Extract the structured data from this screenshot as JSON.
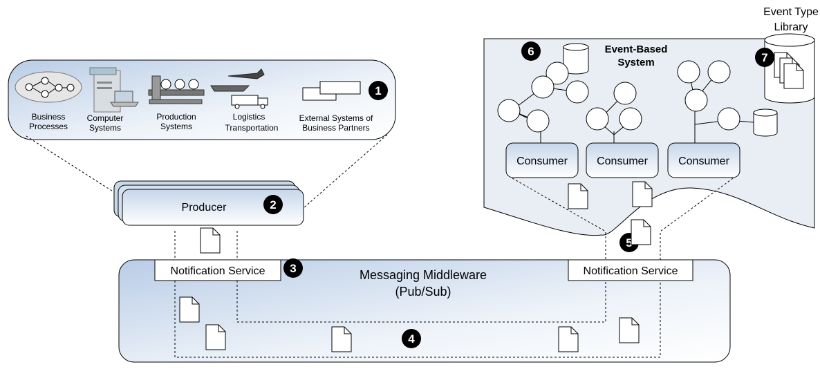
{
  "sources": {
    "items": [
      {
        "line1": "Business",
        "line2": "Processes"
      },
      {
        "line1": "Computer",
        "line2": "Systems"
      },
      {
        "line1": "Production",
        "line2": "Systems"
      },
      {
        "line1": "Logistics",
        "line2": "Transportation"
      },
      {
        "line1": "External Systems of",
        "line2": "Business Partners"
      }
    ],
    "badge": "1"
  },
  "producer": {
    "label": "Producer",
    "badge": "2"
  },
  "middleware": {
    "title": "Messaging Middleware",
    "subtitle": "(Pub/Sub)",
    "left_service": "Notification Service",
    "right_service": "Notification Service",
    "badge_service": "3",
    "badge_channel": "4"
  },
  "delivery": {
    "badge": "5"
  },
  "event_system": {
    "title_line1": "Event-Based",
    "title_line2": "System",
    "badge": "6",
    "consumers": [
      "Consumer",
      "Consumer",
      "Consumer"
    ]
  },
  "library": {
    "line1": "Event Type",
    "line2": "Library",
    "badge": "7"
  },
  "colors": {
    "fill_blue": "#cfdcec",
    "fill_light": "#eef3f9",
    "stroke": "#000000"
  }
}
